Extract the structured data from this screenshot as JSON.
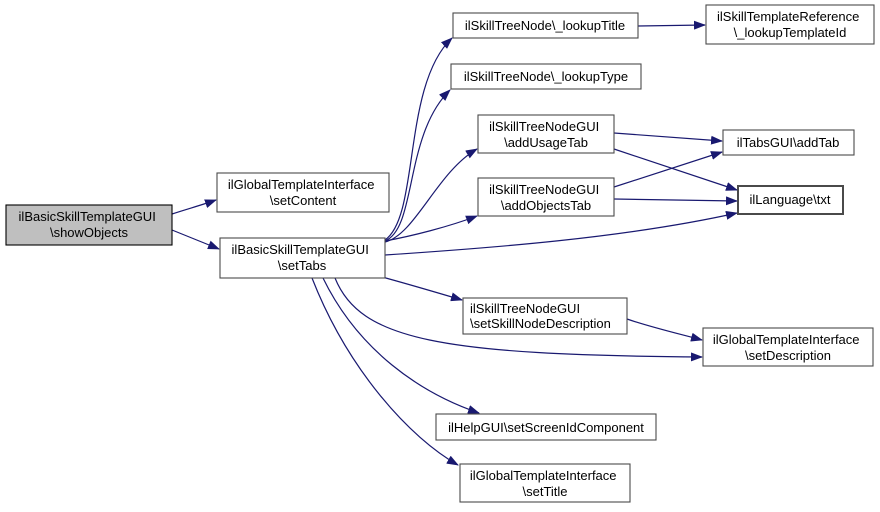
{
  "diagram": {
    "kind": "function-call-graph",
    "colors": {
      "edge": "#191970",
      "node_fill": "#ffffff",
      "node_border": "#4a4a4a",
      "highlight_fill": "#bfbfbf",
      "text": "#000000",
      "background": "#ffffff"
    },
    "nodes": [
      {
        "id": "showObjects",
        "lines": [
          "ilBasicSkillTemplateGUI",
          "\\showObjects"
        ],
        "highlighted": true
      },
      {
        "id": "setContent",
        "lines": [
          "ilGlobalTemplateInterface",
          "\\setContent"
        ],
        "highlighted": false
      },
      {
        "id": "setTabs",
        "lines": [
          "ilBasicSkillTemplateGUI",
          "\\setTabs"
        ],
        "highlighted": false
      },
      {
        "id": "lookupTitle",
        "lines": [
          "ilSkillTreeNode\\_lookupTitle"
        ],
        "highlighted": false
      },
      {
        "id": "lookupTemplateId",
        "lines": [
          "ilSkillTemplateReference",
          "\\_lookupTemplateId"
        ],
        "highlighted": false
      },
      {
        "id": "lookupType",
        "lines": [
          "ilSkillTreeNode\\_lookupType"
        ],
        "highlighted": false
      },
      {
        "id": "addUsageTab",
        "lines": [
          "ilSkillTreeNodeGUI",
          "\\addUsageTab"
        ],
        "highlighted": false
      },
      {
        "id": "addObjectsTab",
        "lines": [
          "ilSkillTreeNodeGUI",
          "\\addObjectsTab"
        ],
        "highlighted": false
      },
      {
        "id": "addTab",
        "lines": [
          "ilTabsGUI\\addTab"
        ],
        "highlighted": false
      },
      {
        "id": "txt",
        "lines": [
          "ilLanguage\\txt"
        ],
        "highlighted": false
      },
      {
        "id": "setSkillNodeDescription",
        "lines": [
          "ilSkillTreeNodeGUI",
          "\\setSkillNodeDescription"
        ],
        "highlighted": false
      },
      {
        "id": "setDescription",
        "lines": [
          "ilGlobalTemplateInterface",
          "\\setDescription"
        ],
        "highlighted": false
      },
      {
        "id": "setScreenIdComponent",
        "lines": [
          "ilHelpGUI\\setScreenIdComponent"
        ],
        "highlighted": false
      },
      {
        "id": "setTitle",
        "lines": [
          "ilGlobalTemplateInterface",
          "\\setTitle"
        ],
        "highlighted": false
      }
    ],
    "edges": [
      {
        "from": "showObjects",
        "to": "setContent"
      },
      {
        "from": "showObjects",
        "to": "setTabs"
      },
      {
        "from": "setTabs",
        "to": "lookupTitle"
      },
      {
        "from": "setTabs",
        "to": "lookupType"
      },
      {
        "from": "setTabs",
        "to": "addUsageTab"
      },
      {
        "from": "setTabs",
        "to": "addObjectsTab"
      },
      {
        "from": "setTabs",
        "to": "txt"
      },
      {
        "from": "setTabs",
        "to": "setSkillNodeDescription"
      },
      {
        "from": "setTabs",
        "to": "setDescription"
      },
      {
        "from": "setTabs",
        "to": "setScreenIdComponent"
      },
      {
        "from": "setTabs",
        "to": "setTitle"
      },
      {
        "from": "lookupTitle",
        "to": "lookupTemplateId"
      },
      {
        "from": "addUsageTab",
        "to": "addTab"
      },
      {
        "from": "addUsageTab",
        "to": "txt"
      },
      {
        "from": "addObjectsTab",
        "to": "addTab"
      },
      {
        "from": "addObjectsTab",
        "to": "txt"
      },
      {
        "from": "setSkillNodeDescription",
        "to": "setDescription"
      }
    ]
  }
}
